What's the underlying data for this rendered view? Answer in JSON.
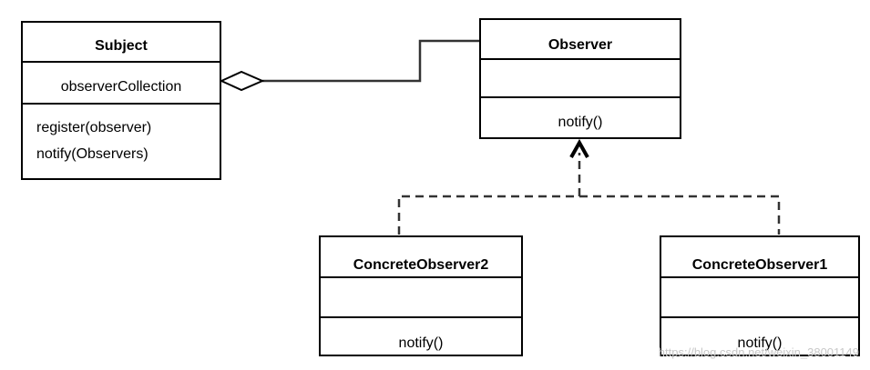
{
  "classes": {
    "subject": {
      "name": "Subject",
      "attributes": [
        "observerCollection"
      ],
      "methods": [
        "register(observer)",
        "notify(Observers)"
      ]
    },
    "observer": {
      "name": "Observer",
      "attributes": [],
      "methods": [
        "notify()"
      ]
    },
    "concrete_observer2": {
      "name": "ConcreteObserver2",
      "attributes": [],
      "methods": [
        "notify()"
      ]
    },
    "concrete_observer1": {
      "name": "ConcreteObserver1",
      "attributes": [],
      "methods": [
        "notify()"
      ]
    }
  },
  "relations": [
    {
      "type": "aggregation",
      "from": "Subject",
      "to": "Observer"
    },
    {
      "type": "realization",
      "from": "ConcreteObserver2",
      "to": "Observer"
    },
    {
      "type": "realization",
      "from": "ConcreteObserver1",
      "to": "Observer"
    }
  ],
  "watermark": "https://blog.csdn.net/weixin_38001149"
}
